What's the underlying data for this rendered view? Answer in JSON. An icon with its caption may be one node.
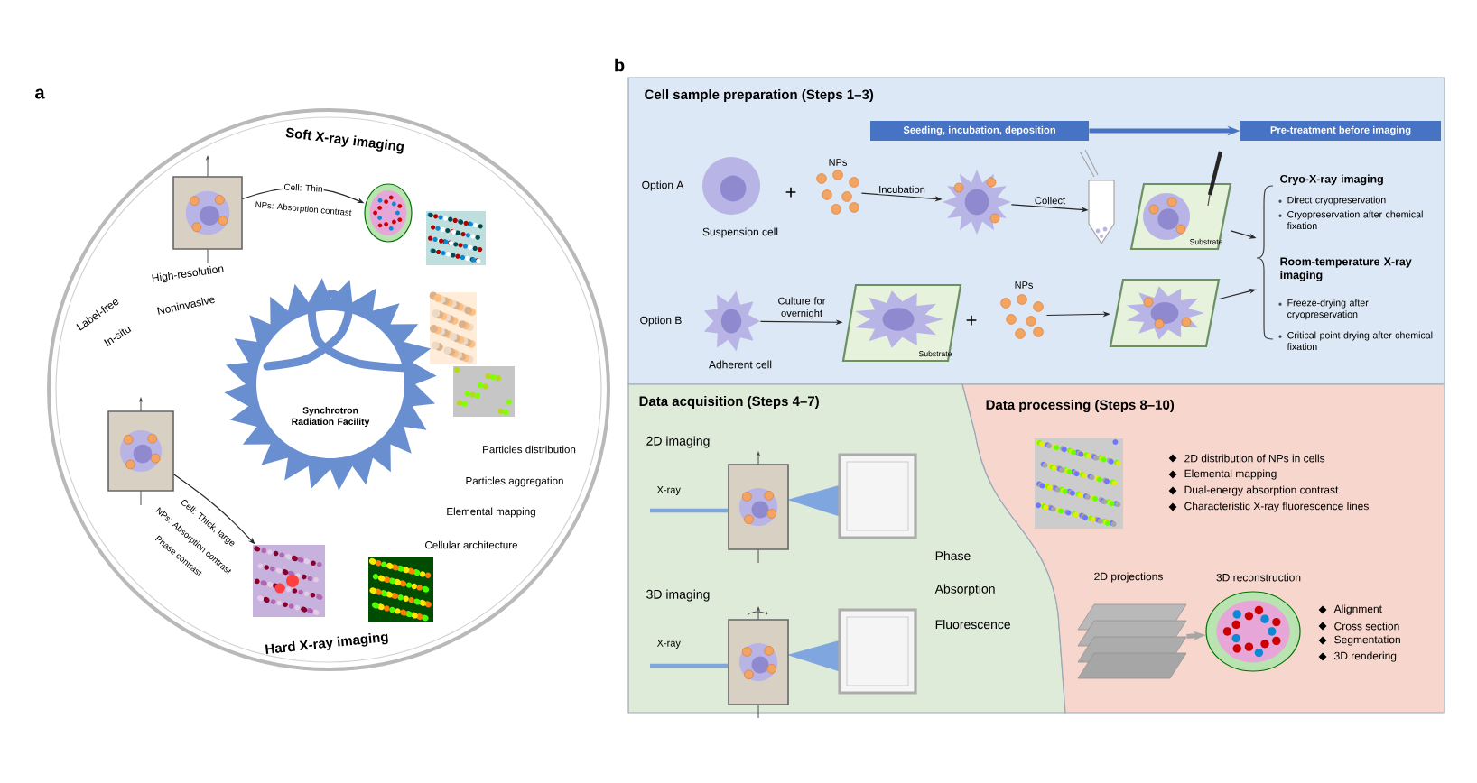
{
  "diagram": {
    "nodes": [
      {
        "text": [],
        "shape": "picture"
      },
      {
        "text": [],
        "shape": "picture"
      },
      {
        "text": [
          "Synchrotron Radiation Facility"
        ]
      },
      {
        "text": [],
        "shape": "picture"
      },
      {
        "text": [],
        "shape": "picture"
      },
      {
        "text": [
          "Cell sample preparation (Steps 1–3)"
        ]
      },
      {
        "text": [
          "Seeding, incubation, deposition"
        ],
        "in": 5
      },
      {
        "text": [
          "Pre-treatment before imaging"
        ],
        "in": 5
      },
      {
        "text": [
          "Suspension cell"
        ],
        "in": 5
      },
      {
        "text": [
          "NPs"
        ],
        "in": 5
      },
      {
        "text": [],
        "shape": "picture",
        "in": 5
      },
      {
        "text": [],
        "shape": "picture",
        "in": 5
      },
      {
        "text": [
          "Substrate"
        ],
        "in": 5
      },
      {
        "text": [
          "Adherent cell"
        ],
        "in": 5
      },
      {
        "text": [
          "Substrate"
        ],
        "in": 5
      },
      {
        "text": [
          "NPs"
        ],
        "in": 5
      },
      {
        "text": [],
        "shape": "picture",
        "in": 5
      },
      {
        "text": [
          "Cryo-X-ray imaging",
          "Direct cryopreservation",
          "Cryopreservation after chemical fixation",
          "Room-temperature X-ray imaging",
          "Freeze-drying after cryopreservation",
          "Critical point drying after chemical fixation"
        ],
        "in": 5
      },
      {
        "text": [
          "Data acquisition (Steps 4–7)"
        ]
      },
      {
        "text": [
          "Data processing (Steps 8–10)"
        ]
      },
      {
        "text": [
          "2D projections"
        ],
        "in": 19
      },
      {
        "text": [
          "3D reconstruction"
        ],
        "in": 19
      }
    ],
    "edges": [
      {
        "from": 0,
        "to": 1,
        "arrow": "to",
        "label": "Cell: Thin"
      },
      {
        "from": 3,
        "to": 4,
        "arrow": "to",
        "label": "Cell: Thick, large"
      },
      {
        "from": 6,
        "to": 7,
        "arrow": "to",
        "style": "thick",
        "color": "#4673c3"
      },
      {
        "from": 9,
        "to": 10,
        "arrow": "to",
        "label": "Incubation"
      },
      {
        "from": 10,
        "to": 11,
        "arrow": "to",
        "label": "Collect"
      },
      {
        "from": 13,
        "to": 14,
        "arrow": "to",
        "label": "Culture for overnight"
      },
      {
        "from": 15,
        "to": 16,
        "arrow": "to"
      },
      {
        "from": 12,
        "to": 17,
        "arrow": "to"
      },
      {
        "from": 16,
        "to": 17,
        "arrow": "to"
      },
      {
        "from": 20,
        "to": 21,
        "arrow": "to",
        "style": "thick",
        "color": "#a6a6a6"
      }
    ],
    "labels": [
      "a",
      "Soft X-ray imaging",
      "NPs: Absorption contrast",
      "Label-free",
      "High-resolution",
      "In-situ",
      "Noninvasive",
      "Particles distribution",
      "Particles aggregation",
      "Elemental mapping",
      "Cellular architecture",
      "NPs: Absorption contrast",
      "Phase contrast",
      "Hard X-ray imaging",
      "b",
      "Option A",
      "+",
      "Option B",
      "+",
      "2D imaging",
      "X-ray",
      "3D imaging",
      "X-ray",
      "Phase",
      "Absorption",
      "Fluorescence",
      "2D distribution of NPs in cells",
      "Elemental mapping",
      "Dual-energy absorption contrast",
      "Characteristic X-ray fluorescence lines",
      "Alignment",
      "Cross section",
      "Segmentation",
      "3D rendering"
    ]
  }
}
